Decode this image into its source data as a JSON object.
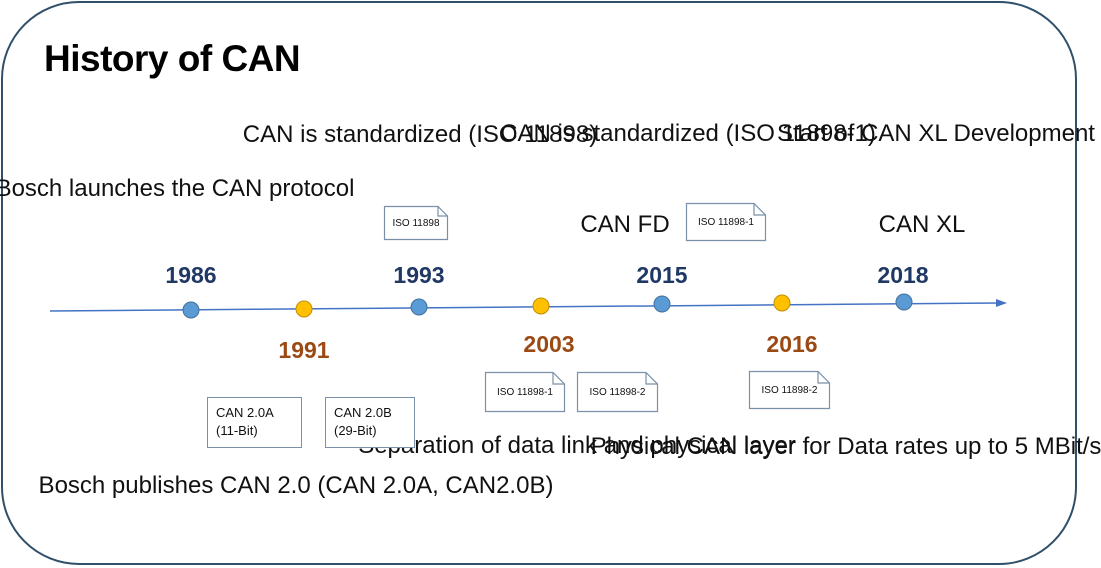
{
  "title": "History of CAN",
  "milestones": [
    {
      "year": "1986",
      "kind": "blue"
    },
    {
      "year": "1991",
      "kind": "orange"
    },
    {
      "year": "1993",
      "kind": "blue"
    },
    {
      "year": "2003",
      "kind": "orange"
    },
    {
      "year": "2015",
      "kind": "blue"
    },
    {
      "year": "2016",
      "kind": "orange"
    },
    {
      "year": "2018",
      "kind": "blue"
    }
  ],
  "labels": {
    "bosch_launch": "Bosch launches\nthe CAN protocol",
    "standardized_1993": "CAN is standardized\n(ISO 11898)",
    "standardized_2015": "CAN is standardized\n(ISO 11898-1)",
    "can_fd": "CAN FD",
    "can_xl_start": "Start of CAN XL\nDevelopment",
    "can_xl": "CAN XL",
    "bosch_publishes": "Bosch publishes CAN 2.0\n(CAN 2.0A, CAN2.0B)",
    "separation": "Separation of\ndata link and\nphysical layer",
    "physical_layer": "Physical CAN layer for\nData rates up to 5 MBit/s"
  },
  "documents": {
    "doc_1993": "ISO 11898",
    "doc_2015": "ISO 11898-1",
    "doc_2003_a": "ISO 11898-1",
    "doc_2003_b": "ISO 11898-2",
    "doc_2016": "ISO 11898-2"
  },
  "specs": {
    "can_2_0a": "CAN 2.0A\n(11-Bit)",
    "can_2_0b": "CAN 2.0B\n(29-Bit)"
  },
  "colors": {
    "node_blue": "#5b9bd5",
    "node_orange": "#ffc000",
    "line": "#4472c4",
    "year_blue": "#1f3864",
    "year_orange": "#9c4a14"
  }
}
